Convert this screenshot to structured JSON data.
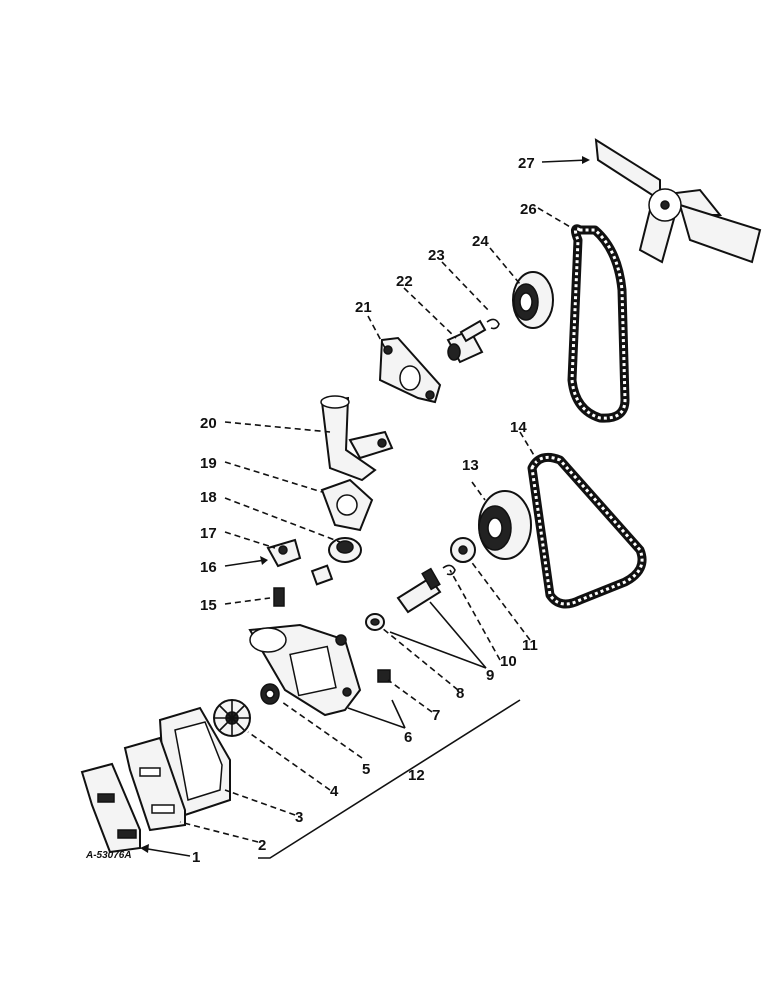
{
  "drawing_code": "A-53076A",
  "callouts": {
    "c1": "1",
    "c2": "2",
    "c3": "3",
    "c4": "4",
    "c5": "5",
    "c6": "6",
    "c7": "7",
    "c8": "8",
    "c9": "9",
    "c10": "10",
    "c11": "11",
    "c12": "12",
    "c13": "13",
    "c14": "14",
    "c15": "15",
    "c16": "16",
    "c17": "17",
    "c18": "18",
    "c19": "19",
    "c20": "20",
    "c21": "21",
    "c22": "22",
    "c23": "23",
    "c24": "24",
    "c26": "26",
    "c27": "27"
  }
}
